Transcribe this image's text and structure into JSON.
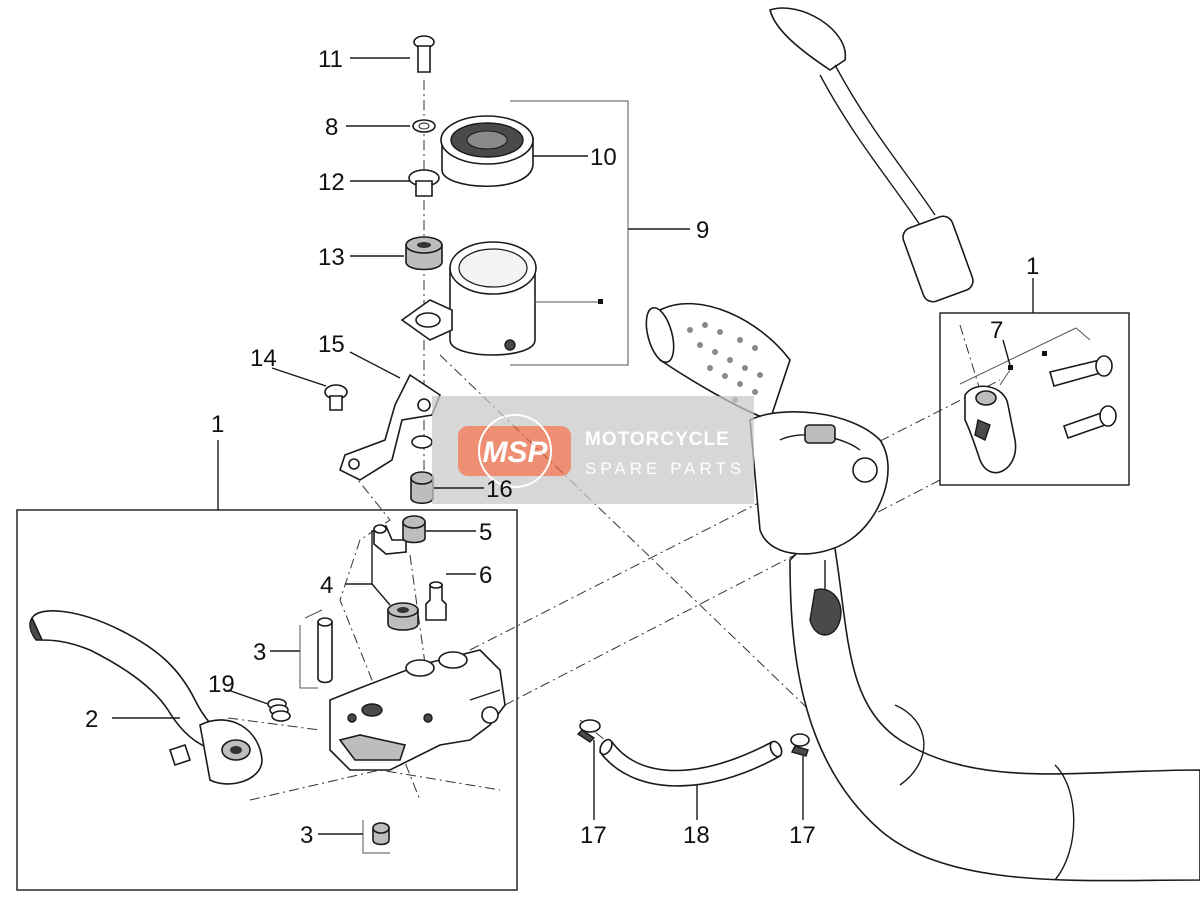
{
  "callouts": [
    {
      "id": "c11",
      "text": "11"
    },
    {
      "id": "c8",
      "text": "8"
    },
    {
      "id": "c10",
      "text": "10"
    },
    {
      "id": "c12",
      "text": "12"
    },
    {
      "id": "c9",
      "text": "9"
    },
    {
      "id": "c13",
      "text": "13"
    },
    {
      "id": "c15",
      "text": "15"
    },
    {
      "id": "c14",
      "text": "14"
    },
    {
      "id": "c16",
      "text": "16"
    },
    {
      "id": "c1a",
      "text": "1"
    },
    {
      "id": "c5",
      "text": "5"
    },
    {
      "id": "c4",
      "text": "4"
    },
    {
      "id": "c6",
      "text": "6"
    },
    {
      "id": "c3a",
      "text": "3"
    },
    {
      "id": "c19",
      "text": "19"
    },
    {
      "id": "c2",
      "text": "2"
    },
    {
      "id": "c3b",
      "text": "3"
    },
    {
      "id": "c17a",
      "text": "17"
    },
    {
      "id": "c18",
      "text": "18"
    },
    {
      "id": "c17b",
      "text": "17"
    },
    {
      "id": "c1b",
      "text": "1"
    },
    {
      "id": "c7",
      "text": "7"
    }
  ],
  "watermark": {
    "logo": "MSP",
    "line1": "MOTORCYCLE",
    "line2": "SPARE PARTS",
    "badge_color": "#e8643c",
    "band_color": "#c8c8c8"
  }
}
